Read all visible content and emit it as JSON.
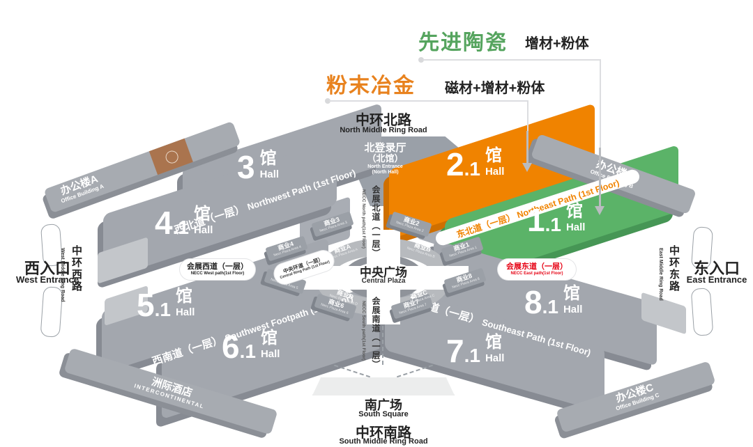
{
  "legend": {
    "ceramics": {
      "title": "先进陶瓷",
      "subtitle": "增材+粉体",
      "color": "#55a45e"
    },
    "powder": {
      "title": "粉末冶金",
      "subtitle": "磁材+增材+粉体",
      "color": "#e8821e"
    }
  },
  "colors": {
    "hall_grey": "#a3a7ae",
    "highlight_orange": "#f08300",
    "highlight_green": "#5bb368",
    "east_path_red": "#e60012"
  },
  "roads": {
    "north": {
      "zh": "中环北路",
      "en": "North Middle Ring Road"
    },
    "south": {
      "zh": "中环南路",
      "en": "South Middle Ring Road"
    },
    "west": {
      "zh": "中环西路",
      "en": "West Middle Ring Road"
    },
    "east": {
      "zh": "中环东路",
      "en": "East Middle Ring Road"
    }
  },
  "entrances": {
    "west": {
      "zh": "西入口",
      "en": "West Entrance"
    },
    "east": {
      "zh": "东入口",
      "en": "East Entrance"
    }
  },
  "north_hall": {
    "zh": "北登录厅",
    "zh2": "（北馆）",
    "en": "North Entrance",
    "en2": "(North Hall)"
  },
  "plaza": {
    "zh": "中央广场",
    "en": "Central Plaza"
  },
  "south_square": {
    "zh": "南广场",
    "en": "South Square"
  },
  "halls": {
    "h3": {
      "num": "3",
      "dec": "",
      "zh": "馆",
      "en": "Hall"
    },
    "h41": {
      "num": "4",
      "dec": ".1",
      "zh": "馆",
      "en": "Hall"
    },
    "h51": {
      "num": "5",
      "dec": ".1",
      "zh": "馆",
      "en": "Hall"
    },
    "h61": {
      "num": "6",
      "dec": ".1",
      "zh": "馆",
      "en": "Hall"
    },
    "h21": {
      "num": "2",
      "dec": ".1",
      "zh": "馆",
      "en": "Hall"
    },
    "h11": {
      "num": "1",
      "dec": ".1",
      "zh": "馆",
      "en": "Hall"
    },
    "h81": {
      "num": "8",
      "dec": ".1",
      "zh": "馆",
      "en": "Hall"
    },
    "h71": {
      "num": "7",
      "dec": ".1",
      "zh": "馆",
      "en": "Hall"
    }
  },
  "paths": {
    "northwest": {
      "zh": "西北道（一层）",
      "en": "Northwest Path (1st Floor)"
    },
    "northeast": {
      "zh": "东北道（一层）",
      "en": "Northeast Path (1st Floor)"
    },
    "southwest": {
      "zh": "西南道（一层）",
      "en": "Southwest Footpath (1st Floor)"
    },
    "southeast": {
      "zh": "东南道（一层）",
      "en": "Southeast Path (1st Floor)"
    },
    "necc_west": {
      "zh": "会展西道（一层）",
      "en": "NECC West path(1st Floor)"
    },
    "necc_east": {
      "zh": "会展东道（一层）",
      "en": "NECC East path(1st Floor)"
    },
    "necc_north": {
      "zh": "会展北道（一层）",
      "en": "NECC North path(1st Floor)"
    },
    "necc_south": {
      "zh": "会展南道（一层）",
      "en": "NECC South path(1st Floor)"
    },
    "central_ring": {
      "zh": "中央环道（一层）",
      "en": "Central Ring Path (1st Floor)"
    }
  },
  "buildings": {
    "office_a": {
      "zh": "办公楼A",
      "en": "Office Building A"
    },
    "office_b": {
      "zh": "办公楼B",
      "en": "Office Building B"
    },
    "office_c": {
      "zh": "办公楼C",
      "en": "Office Building C"
    },
    "hotel": {
      "zh": "洲际酒店",
      "en": "INTERCONTINENTAL"
    }
  },
  "commercial": {
    "c1": {
      "label": "商业1",
      "sub": "Necc Plaza Area 1"
    },
    "c2": {
      "label": "商业2",
      "sub": "Necc Plaza Area 2"
    },
    "c3": {
      "label": "商业3",
      "sub": "Necc Plaza Area 3"
    },
    "c4": {
      "label": "商业4",
      "sub": "Necc Plaza Area 4"
    },
    "c5": {
      "label": "商业5",
      "sub": "Necc Plaza Area 5"
    },
    "c6": {
      "label": "商业6",
      "sub": "Necc Plaza Area 6"
    },
    "c7": {
      "label": "商业7",
      "sub": "Necc Plaza Area 7"
    },
    "c8": {
      "label": "商业8",
      "sub": "Necc Plaza Area 8"
    },
    "ca": {
      "label": "商业A",
      "sub": "Necc Plaza Area A"
    },
    "cb": {
      "label": "商业B",
      "sub": "Necc Plaza Area B"
    },
    "cc": {
      "label": "商业C",
      "sub": "Necc Plaza Area C"
    },
    "cd": {
      "label": "商业D",
      "sub": "Necc Plaza Area D"
    }
  }
}
